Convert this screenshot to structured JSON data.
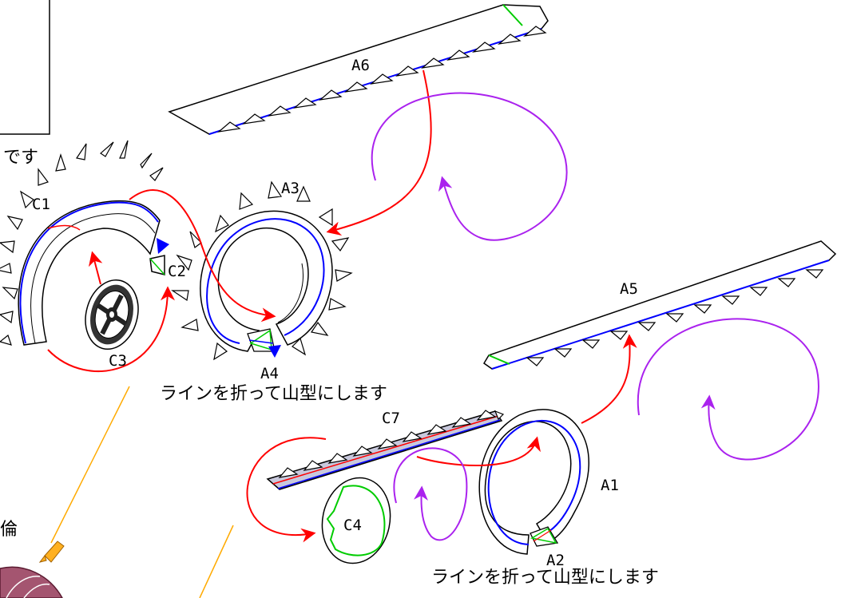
{
  "parts": {
    "A1": "A1",
    "A2": "A2",
    "A3": "A3",
    "A4": "A4",
    "A5": "A5",
    "A6": "A6",
    "C1": "C1",
    "C2": "C2",
    "C3": "C3",
    "C4": "C4",
    "C7": "C7"
  },
  "notes": {
    "fold_mountain_1": "ラインを折って山型にします",
    "fold_mountain_2": "ラインを折って山型にします",
    "desu_fragment": "です",
    "rin_fragment": "倫"
  },
  "colors": {
    "outline": "#000000",
    "fold_line": "#0000ff",
    "glue_edge": "#00cc00",
    "assembly_arrow": "#ff0000",
    "rotate_arrow": "#aa22ee",
    "leader_line": "#ffaa00"
  },
  "icons": [
    "pen-hand-icon"
  ]
}
